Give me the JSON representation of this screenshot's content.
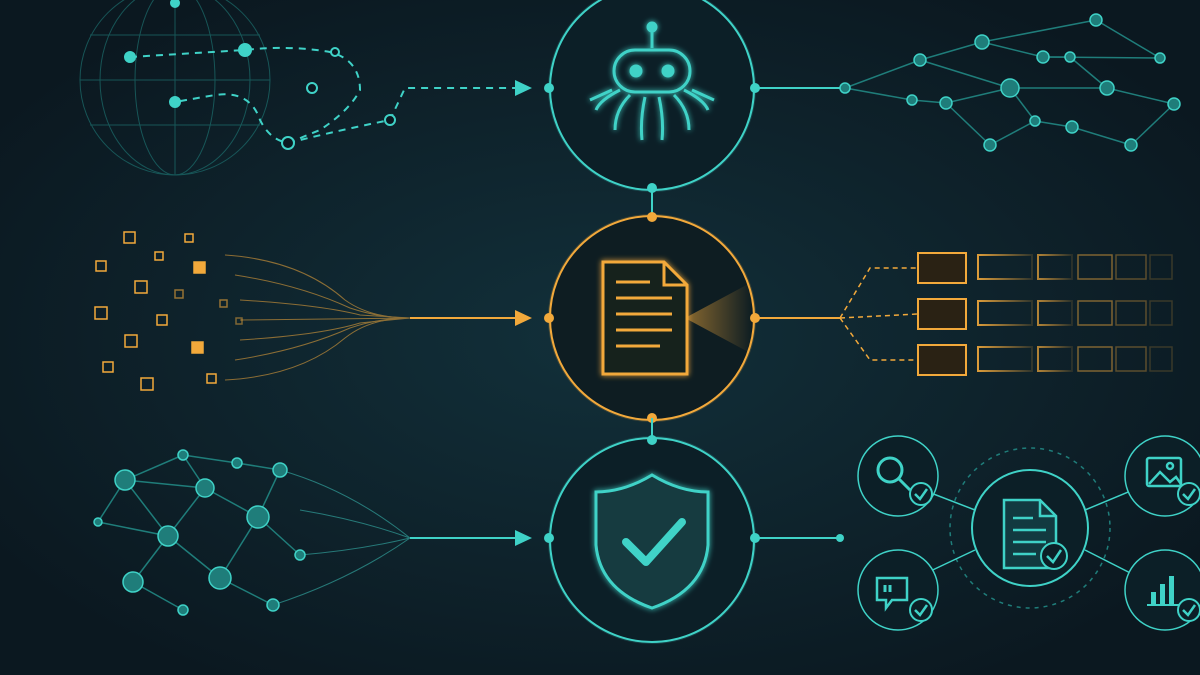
{
  "diagram": {
    "title": "",
    "colors": {
      "background": "#0b1820",
      "teal": "#3fd2c7",
      "teal_dim": "#1f7d7a",
      "amber": "#f2a93b",
      "amber_dim": "#8a5a1c"
    },
    "stages": [
      {
        "id": "crawl",
        "icon": "robot-spider-icon",
        "color": "teal",
        "label": ""
      },
      {
        "id": "extract",
        "icon": "document-icon",
        "color": "amber",
        "label": ""
      },
      {
        "id": "verify",
        "icon": "shield-check-icon",
        "color": "teal",
        "label": ""
      }
    ],
    "outputs": {
      "crawl": "node-network",
      "extract": "structured-table-rows",
      "verify": "verified-content-cluster"
    },
    "verified_items": [
      {
        "icon": "search-icon",
        "status": "check-icon"
      },
      {
        "icon": "image-icon",
        "status": "check-icon"
      },
      {
        "icon": "quote-icon",
        "status": "check-icon"
      },
      {
        "icon": "bar-chart-icon",
        "status": "check-icon"
      },
      {
        "icon": "document-icon",
        "status": "check-icon"
      }
    ]
  }
}
